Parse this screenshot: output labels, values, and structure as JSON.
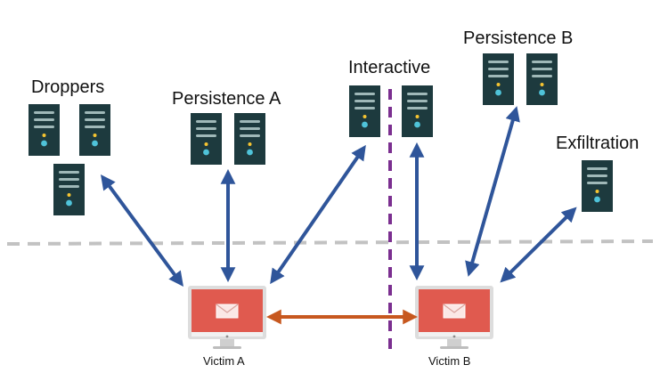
{
  "labels": {
    "droppers": "Droppers",
    "persistence_a": "Persistence A",
    "interactive": "Interactive",
    "persistence_b": "Persistence B",
    "exfiltration": "Exfiltration",
    "victim_a": "Victim A",
    "victim_b": "Victim B"
  },
  "icons": {
    "server": "server-icon",
    "computer": "computer-monitor-icon",
    "mail": "mail-envelope-icon"
  },
  "colors": {
    "server_body": "#1d3a3e",
    "server_line": "#9fb8b8",
    "server_led": "#f5c431",
    "server_dot": "#4fc3d9",
    "arrow_blue": "#2f559a",
    "arrow_orange": "#c7581f",
    "divider_purple": "#7b2f90",
    "boundary_gray": "#c2c2c2",
    "monitor_frame": "#dddddd",
    "monitor_screen": "#e05a4f",
    "monitor_stand": "#cfcfcf"
  }
}
